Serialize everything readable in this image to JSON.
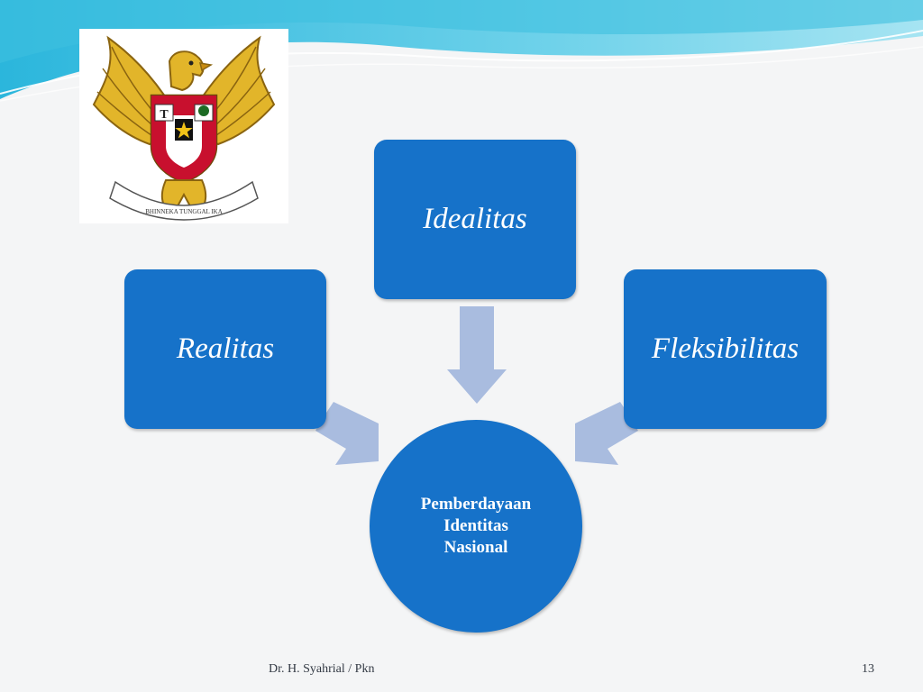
{
  "diagram": {
    "top_box": "Idealitas",
    "left_box": "Realitas",
    "right_box": "Fleksibilitas",
    "center": [
      "Pemberdayaan",
      "Identitas",
      "Nasional"
    ]
  },
  "footer": {
    "author": "Dr. H. Syahrial / Pkn",
    "page_number": "13"
  },
  "emblem_motto": "BHINNEKA TUNGGAL IKA",
  "colors": {
    "box_fill": "#1672c9",
    "arrow_fill": "#a9bcdf",
    "background": "#f4f5f6",
    "wave": "#5ec8e4"
  },
  "icons": [
    "garuda-pancasila-emblem"
  ]
}
